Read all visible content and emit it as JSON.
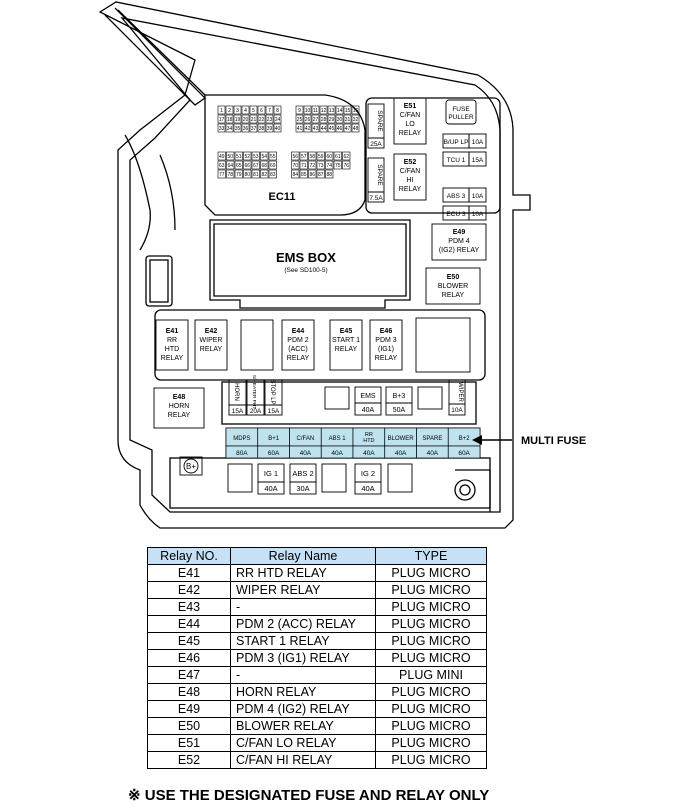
{
  "colors": {
    "multi_fuse_fill": "#bfe3ee",
    "table_header": "#c6e0f5",
    "line": "#000000"
  },
  "diagram": {
    "ec11_label": "EC11",
    "ec11_top_pins": [
      "1",
      "2",
      "3",
      "4",
      "5",
      "6",
      "7",
      "8",
      "9",
      "10",
      "11",
      "12",
      "13",
      "14",
      "15",
      "16",
      "17",
      "18",
      "19",
      "20",
      "21",
      "22",
      "23",
      "24",
      "25",
      "26",
      "27",
      "28",
      "29",
      "30",
      "31",
      "32",
      "33",
      "34",
      "35",
      "36",
      "37",
      "38",
      "39",
      "40",
      "41",
      "42",
      "43",
      "44",
      "45",
      "46",
      "47",
      "48"
    ],
    "ec11_bottom_pins": [
      "49",
      "50",
      "51",
      "52",
      "53",
      "54",
      "55",
      "56",
      "57",
      "58",
      "59",
      "60",
      "61",
      "62",
      "63",
      "64",
      "65",
      "66",
      "67",
      "68",
      "69",
      "70",
      "71",
      "72",
      "73",
      "74",
      "75",
      "76",
      "77",
      "78",
      "79",
      "80",
      "81",
      "82",
      "83",
      "84",
      "85",
      "86",
      "87",
      "88"
    ],
    "spare_top": {
      "label": "SPARE",
      "amp": "25A"
    },
    "spare_bottom": {
      "label": "SPARE",
      "amp": "7.5A"
    },
    "e51": [
      "E51",
      "C/FAN",
      "LO",
      "RELAY"
    ],
    "e52": [
      "E52",
      "C/FAN",
      "HI",
      "RELAY"
    ],
    "fuse_puller": [
      "FUSE",
      "PULLER"
    ],
    "mini_fuses": [
      {
        "label": "B/UP LP",
        "amp": "10A"
      },
      {
        "label": "TCU 1",
        "amp": "15A"
      },
      {
        "label": "ABS 3",
        "amp": "10A"
      },
      {
        "label": "ECU 3",
        "amp": "10A"
      }
    ],
    "e49": [
      "E49",
      "PDM 4",
      "(IG2) RELAY"
    ],
    "ems_box": {
      "title": "EMS BOX",
      "sub": "(See SD100-5)"
    },
    "e50": [
      "E50",
      "BLOWER",
      "RELAY"
    ],
    "relays_row": [
      [
        "E41",
        "RR",
        "HTD",
        "RELAY"
      ],
      [
        "E42",
        "WIPER",
        "RELAY"
      ],
      [
        "E44",
        "PDM 2",
        "(ACC)",
        "RELAY"
      ],
      [
        "E45",
        "START 1",
        "RELAY"
      ],
      [
        "E46",
        "PDM 3",
        "(IG1)",
        "RELAY"
      ]
    ],
    "e48": [
      "E48",
      "HORN",
      "RELAY"
    ],
    "small_fuses": [
      {
        "label": "HORN",
        "amp": "15A"
      },
      {
        "label": "S/HEATER PHT",
        "amp": "20A"
      },
      {
        "label": "STOP LP",
        "amp": "15A"
      }
    ],
    "ems_fuse": {
      "label": "EMS",
      "amp": "40A"
    },
    "b3_fuse": {
      "label": "B+3",
      "amp": "50A"
    },
    "wiper_fuse": {
      "label": "WIPER",
      "amp": "10A"
    },
    "multi_fuse_label": "MULTI FUSE",
    "multi_fuse": [
      {
        "label": "MDPS",
        "amp": "80A"
      },
      {
        "label": "B+1",
        "amp": "60A"
      },
      {
        "label": "C/FAN",
        "amp": "40A"
      },
      {
        "label": "ABS 1",
        "amp": "40A"
      },
      {
        "label": "RR HTD",
        "amp": "40A"
      },
      {
        "label": "BLOWER",
        "amp": "40A"
      },
      {
        "label": "SPARE",
        "amp": "40A"
      },
      {
        "label": "B+2",
        "amp": "60A"
      }
    ],
    "b_plus_terminal": "B+",
    "lower_fuses": [
      {
        "label": "IG 1",
        "amp": "40A"
      },
      {
        "label": "ABS 2",
        "amp": "30A"
      },
      {
        "label": "IG 2",
        "amp": "40A"
      }
    ]
  },
  "table": {
    "headers": [
      "Relay NO.",
      "Relay Name",
      "TYPE"
    ],
    "rows": [
      [
        "E41",
        "RR HTD RELAY",
        "PLUG MICRO"
      ],
      [
        "E42",
        "WIPER RELAY",
        "PLUG MICRO"
      ],
      [
        "E43",
        "-",
        "PLUG MICRO"
      ],
      [
        "E44",
        "PDM 2 (ACC) RELAY",
        "PLUG MICRO"
      ],
      [
        "E45",
        "START 1 RELAY",
        "PLUG MICRO"
      ],
      [
        "E46",
        "PDM 3 (IG1) RELAY",
        "PLUG MICRO"
      ],
      [
        "E47",
        "-",
        "PLUG MINI"
      ],
      [
        "E48",
        "HORN RELAY",
        "PLUG MICRO"
      ],
      [
        "E49",
        "PDM 4 (IG2) RELAY",
        "PLUG MICRO"
      ],
      [
        "E50",
        "BLOWER RELAY",
        "PLUG MICRO"
      ],
      [
        "E51",
        "C/FAN LO RELAY",
        "PLUG MICRO"
      ],
      [
        "E52",
        "C/FAN HI RELAY",
        "PLUG MICRO"
      ]
    ]
  },
  "footnote": "※ USE THE DESIGNATED FUSE AND RELAY ONLY"
}
